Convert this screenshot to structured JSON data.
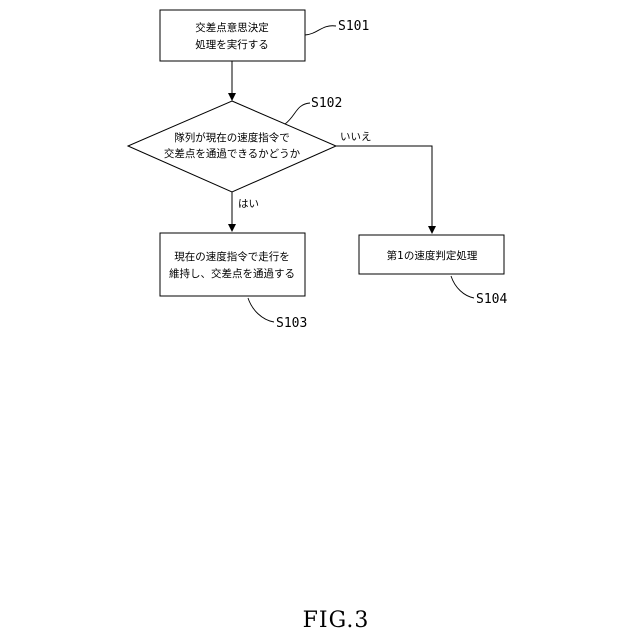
{
  "flowchart": {
    "s101": {
      "label": "S101",
      "lines": [
        "交差点意思決定",
        "処理を実行する"
      ]
    },
    "s102": {
      "label": "S102",
      "lines": [
        "隊列が現在の速度指令で",
        "交差点を通過できるかどうか"
      ]
    },
    "s103": {
      "label": "S103",
      "lines": [
        "現在の速度指令で走行を",
        "維持し、交差点を通過する"
      ]
    },
    "s104": {
      "label": "S104",
      "lines": [
        "第1の速度判定処理"
      ]
    },
    "branch_yes": "はい",
    "branch_no": "いいえ"
  },
  "figure_caption": "FIG.3"
}
